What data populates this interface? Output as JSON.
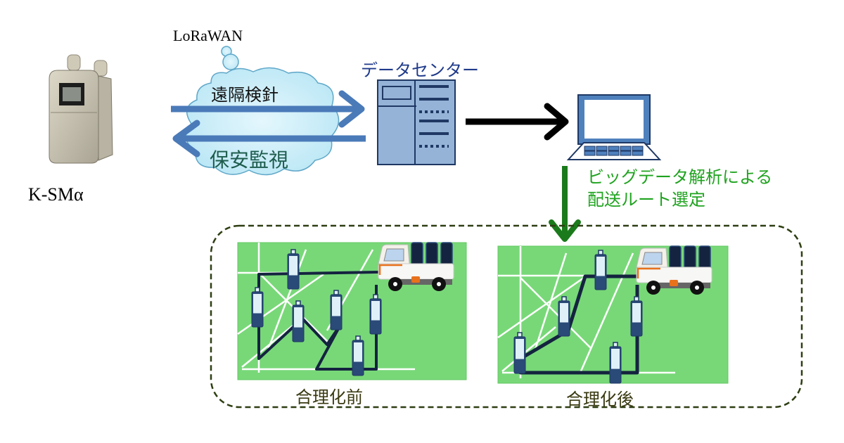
{
  "meter": {
    "label": "K-SMα"
  },
  "network": {
    "name": "LoRaWAN",
    "uplink_label": "遠隔検針",
    "downlink_label": "保安監視"
  },
  "datacenter": {
    "label": "データセンター"
  },
  "analysis": {
    "line1": "ビッグデータ解析による",
    "line2": "配送ルート選定"
  },
  "routes": {
    "before": {
      "label": "合理化前"
    },
    "after": {
      "label": "合理化後"
    }
  },
  "colors": {
    "arrow_blue": "#4a7ab8",
    "cloud_fill": "#c6ecf7",
    "cloud_stroke": "#5fa7c8",
    "datacenter_text": "#1f3a8a",
    "analysis_green": "#1fa31f",
    "down_arrow_green": "#1b7a1b",
    "map_green": "#78d878",
    "route_navy": "#14233f",
    "dashed_border": "#2e3e12",
    "route_label": "#3a3a12"
  }
}
